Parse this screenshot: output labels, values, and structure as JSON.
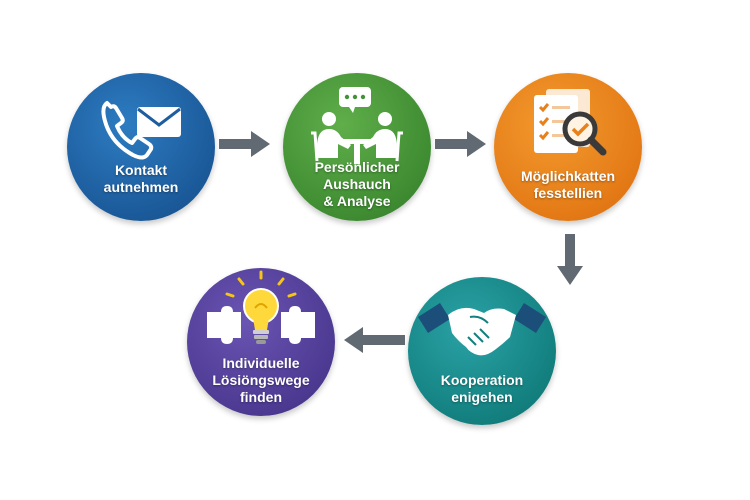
{
  "process": {
    "steps": [
      {
        "lines": [
          "Kontakt",
          "autnehmen"
        ],
        "icon": "phone-mail-icon",
        "color": "#1e5ea0"
      },
      {
        "lines": [
          "Persönlicher",
          "Aushauch",
          "& Analyse"
        ],
        "icon": "meeting-icon",
        "color": "#43923a"
      },
      {
        "lines": [
          "Möglichkatten",
          "fesstellien"
        ],
        "icon": "checklist-search-icon",
        "color": "#e8801c"
      },
      {
        "lines": [
          "Kooperation",
          "enigehen"
        ],
        "icon": "handshake-icon",
        "color": "#148585"
      },
      {
        "lines": [
          "Individuelle",
          "Lösiöngswege",
          "finden"
        ],
        "icon": "lightbulb-puzzle-icon",
        "color": "#513e97"
      }
    ],
    "arrow_color": "#616a72"
  }
}
